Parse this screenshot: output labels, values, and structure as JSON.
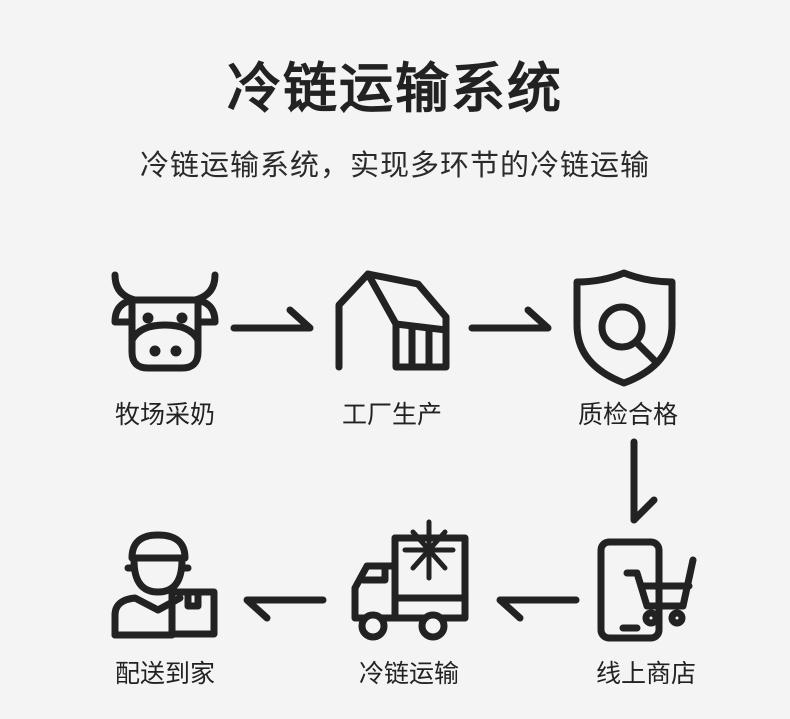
{
  "title": "冷链运输系统",
  "subtitle": "冷链运输系统，实现多环节的冷链运输",
  "steps": [
    {
      "label": "牧场采奶",
      "icon": "cow-icon"
    },
    {
      "label": "工厂生产",
      "icon": "factory-icon"
    },
    {
      "label": "质检合格",
      "icon": "shield-search-icon"
    },
    {
      "label": "线上商店",
      "icon": "phone-cart-icon"
    },
    {
      "label": "冷链运输",
      "icon": "refrigerated-truck-icon"
    },
    {
      "label": "配送到家",
      "icon": "delivery-person-icon"
    }
  ]
}
